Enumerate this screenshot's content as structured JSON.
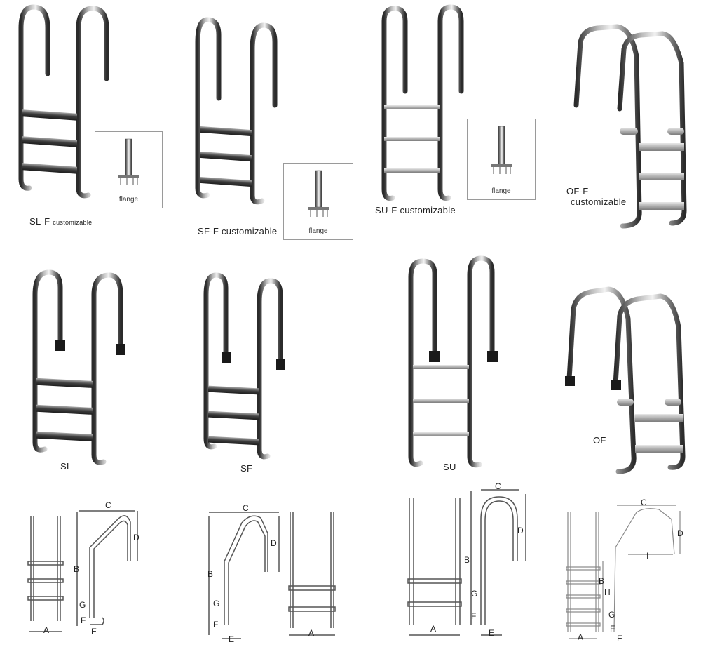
{
  "labels": {
    "slf_main": "SL-F",
    "slf_sub": "customizable",
    "sff": "SF-F customizable",
    "suf": "SU-F  customizable",
    "off_line1": "OF-F",
    "off_line2": "customizable",
    "sl": "SL",
    "sf": "SF",
    "su": "SU",
    "of": "OF",
    "flange": "flange"
  },
  "dimensions": {
    "A": "A",
    "B": "B",
    "C": "C",
    "D": "D",
    "E": "E",
    "F": "F",
    "G": "G",
    "H": "H",
    "I": "I"
  },
  "colors": {
    "steel_dark": "#2b2b2b",
    "steel_mid": "#8a8a8a",
    "steel_light": "#e6e6e6",
    "tread": "#5a5a5a",
    "line_drawing": "#555555"
  }
}
